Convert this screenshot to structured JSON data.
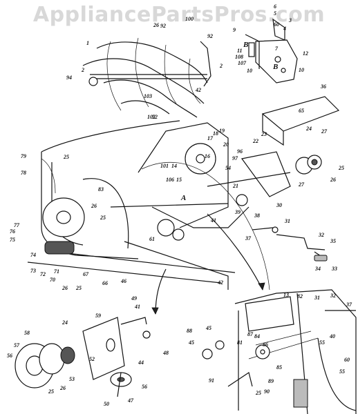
{
  "watermark": "AppliancePartsPros.com",
  "part_labels": {
    "p1": "1",
    "p2": "2",
    "p2b": "2",
    "p3": "3",
    "p4": "4",
    "p5": "5",
    "p6": "6",
    "p7": "7",
    "p9": "9",
    "p10": "10",
    "p10b": "10",
    "p11": "11",
    "p12": "12",
    "p13": "13",
    "p14": "14",
    "p15": "15",
    "p16": "16",
    "p17": "17",
    "p18": "18",
    "p19": "19",
    "p20": "20",
    "p21": "21",
    "p22": "22",
    "p23": "23",
    "p24": "24",
    "p24b": "24",
    "p25": "25",
    "p25b": "25",
    "p25c": "25",
    "p25d": "25",
    "p25e": "25",
    "p25f": "25",
    "p26": "26",
    "p26b": "26",
    "p26c": "26",
    "p26d": "26",
    "p26e": "26",
    "p27": "27",
    "p27b": "27",
    "p30": "30",
    "p31": "31",
    "p31b": "31",
    "p32": "32",
    "p32b": "32",
    "p33": "33",
    "p34": "34",
    "p35": "35",
    "p36": "36",
    "p37": "37",
    "p37b": "37",
    "p38": "38",
    "p39": "39",
    "p40": "40",
    "p41": "41",
    "p41b": "41",
    "p42": "42",
    "p42b": "42",
    "p44": "44",
    "p45": "45",
    "p45b": "45",
    "p46": "46",
    "p47": "47",
    "p48": "48",
    "p49": "49",
    "p50": "50",
    "p52": "52",
    "p52b": "52",
    "p53": "53",
    "p54": "54",
    "p55": "55",
    "p55b": "55",
    "p56": "56",
    "p56b": "56",
    "p57": "57",
    "p58": "58",
    "p59": "59",
    "p60": "60",
    "p60b": "60",
    "p61": "61",
    "p65": "65",
    "p66": "66",
    "p67": "67",
    "p70": "70",
    "p71": "71",
    "p72": "72",
    "p73": "73",
    "p74": "74",
    "p75": "75",
    "p76": "76",
    "p77": "77",
    "p78": "78",
    "p79": "79",
    "p81": "81",
    "p82": "82",
    "p83": "83",
    "p84": "84",
    "p85": "85",
    "p86": "86",
    "p87": "87",
    "p88": "88",
    "p89": "89",
    "p90": "90",
    "p91": "91",
    "p92": "92",
    "p92b": "92",
    "p94": "94",
    "p96": "96",
    "p97": "97",
    "p100": "100",
    "p101": "101",
    "p102": "102",
    "p103": "103",
    "p106": "106",
    "p107": "107",
    "p108": "108",
    "letterA": "A",
    "letterB": "B",
    "letterB2": "B"
  },
  "colors": {
    "ink": "#111111",
    "watermark": "#d8d8d8",
    "background": "#ffffff"
  }
}
